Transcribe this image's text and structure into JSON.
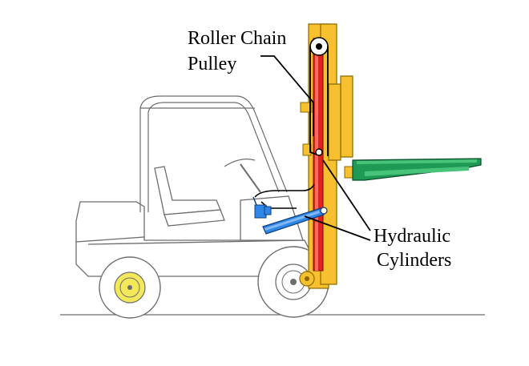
{
  "labels": {
    "roller_chain": "Roller Chain",
    "pulley": "Pulley",
    "hydraulic": "Hydraulic",
    "cylinders": "Cylinders"
  },
  "colors": {
    "mast": "#f6c02f",
    "mast_stroke": "#8a6a00",
    "cylinder": "#e0221f",
    "cylinder_light": "#ff6b5e",
    "forks": "#1f9a55",
    "forks_light": "#47c47a",
    "tilt_cylinder": "#2f86e6",
    "hub": "#f3e85a",
    "outline": "#6e6e6e",
    "line": "#000000"
  }
}
